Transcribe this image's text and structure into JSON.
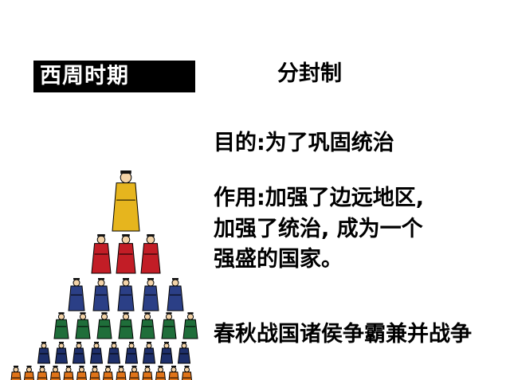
{
  "period_label": "西周时期",
  "heading": "分封制",
  "purpose": "目的:为了巩固统治",
  "effect": [
    "作用:加强了边远地区,",
    "加强了统治, 成为一个",
    "强盛的国家。"
  ],
  "note": "春秋战国诸侯争霸兼并战争",
  "pyramid": {
    "tiers": [
      {
        "name": "king",
        "count": 1,
        "color": "#e6b51e"
      },
      {
        "name": "nobles",
        "count": 3,
        "color": "#c21d26"
      },
      {
        "name": "ministers",
        "count": 5,
        "color": "#2b3f86"
      },
      {
        "name": "officials",
        "count": 7,
        "color": "#1f6e3a"
      },
      {
        "name": "soldiers",
        "count": 9,
        "color": "#1e2f6a"
      },
      {
        "name": "commoners",
        "count": 14,
        "color": "#e07419"
      }
    ]
  }
}
